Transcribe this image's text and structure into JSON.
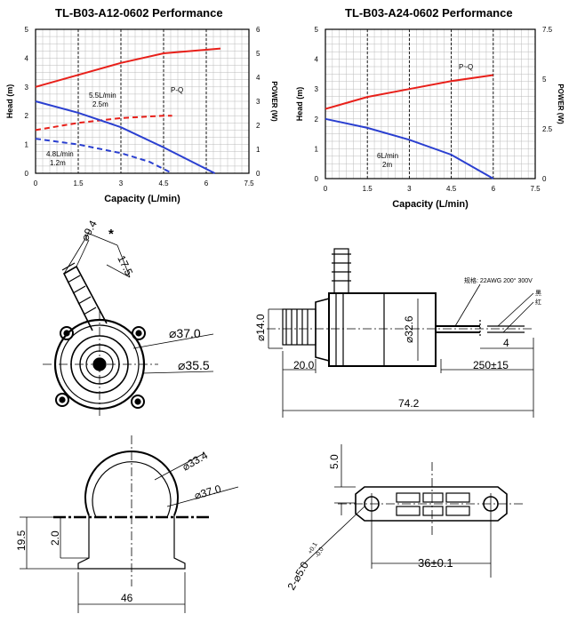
{
  "charts": [
    {
      "title": "TL-B03-A12-0602  Performance",
      "type": "line",
      "xlabel": "Capacity (L/min)",
      "ylabel_left": "Head (m)",
      "ylabel_right": "POWER (W)",
      "x_ticks": [
        "0",
        "1.5",
        "3",
        "4.5",
        "6",
        "7.5"
      ],
      "y_ticks_left": [
        "0",
        "1",
        "2",
        "3",
        "4",
        "5"
      ],
      "y_ticks_right": [
        "0",
        "1",
        "2",
        "3",
        "4",
        "5",
        "6"
      ],
      "xlim": [
        0,
        7.5
      ],
      "ylim": [
        0,
        5
      ],
      "ylim_right": [
        0,
        6
      ],
      "annotations": [
        "P-Q",
        "5.5L/min",
        "2.5m",
        "4.8L/min",
        "1.2m"
      ],
      "series": [
        {
          "color": "#e8201a",
          "style": "solid",
          "axis": "right",
          "x": [
            0,
            1.5,
            3,
            4.5,
            6.5
          ],
          "y": [
            3.6,
            4.1,
            4.6,
            5.0,
            5.2
          ]
        },
        {
          "color": "#e8201a",
          "style": "dashed",
          "axis": "right",
          "x": [
            0,
            1.5,
            3,
            4.5,
            4.8
          ],
          "y": [
            1.8,
            2.1,
            2.3,
            2.4,
            2.4
          ]
        },
        {
          "color": "#2a3fd0",
          "style": "solid",
          "axis": "left",
          "x": [
            0,
            1.5,
            3,
            4.5,
            6.3
          ],
          "y": [
            2.5,
            2.1,
            1.6,
            0.9,
            0
          ]
        },
        {
          "color": "#2a3fd0",
          "style": "dashed",
          "axis": "left",
          "x": [
            0,
            1.5,
            3,
            4.0,
            4.8
          ],
          "y": [
            1.2,
            1.0,
            0.7,
            0.4,
            0
          ]
        }
      ]
    },
    {
      "title": "TL-B03-A24-0602  Performance",
      "type": "line",
      "xlabel": "Capacity (L/min)",
      "ylabel_left": "Head (m)",
      "ylabel_right": "POWER (W)",
      "x_ticks": [
        "0",
        "1.5",
        "3",
        "4.5",
        "6",
        "7.5"
      ],
      "y_ticks_left": [
        "0",
        "1",
        "2",
        "3",
        "4",
        "5"
      ],
      "y_ticks_right": [
        "0",
        "2.5",
        "5",
        "7.5"
      ],
      "xlim": [
        0,
        7.5
      ],
      "ylim": [
        0,
        5
      ],
      "ylim_right": [
        0,
        7.5
      ],
      "annotations": [
        "P~Q",
        "6L/min",
        "2m"
      ],
      "series": [
        {
          "color": "#e8201a",
          "style": "solid",
          "axis": "right",
          "x": [
            0,
            1.5,
            3,
            4.5,
            6
          ],
          "y": [
            3.5,
            4.1,
            4.5,
            4.9,
            5.2
          ]
        },
        {
          "color": "#2a3fd0",
          "style": "solid",
          "axis": "left",
          "x": [
            0,
            1.5,
            3,
            4.5,
            6
          ],
          "y": [
            2.0,
            1.7,
            1.3,
            0.8,
            0
          ]
        }
      ]
    }
  ],
  "drawing": {
    "side_dims": [
      "⌀9.4",
      "17.5",
      "⌀37.0",
      "⌀35.5"
    ],
    "side_mark": "*",
    "front_dims": [
      "⌀14.0",
      "⌀32.6",
      "20.0",
      "250±15",
      "4",
      "74.2"
    ],
    "cable_note": "规格: 22AWG 200° 300V",
    "wire_labels": [
      "黑",
      "红"
    ],
    "bracket_dims": [
      "⌀33.4",
      "⌀37.0",
      "19.5",
      "2.0",
      "46"
    ],
    "base_dims": [
      "5.0",
      "2-⌀5.0",
      "+0.1",
      "-0.0",
      "36±0.1"
    ]
  }
}
